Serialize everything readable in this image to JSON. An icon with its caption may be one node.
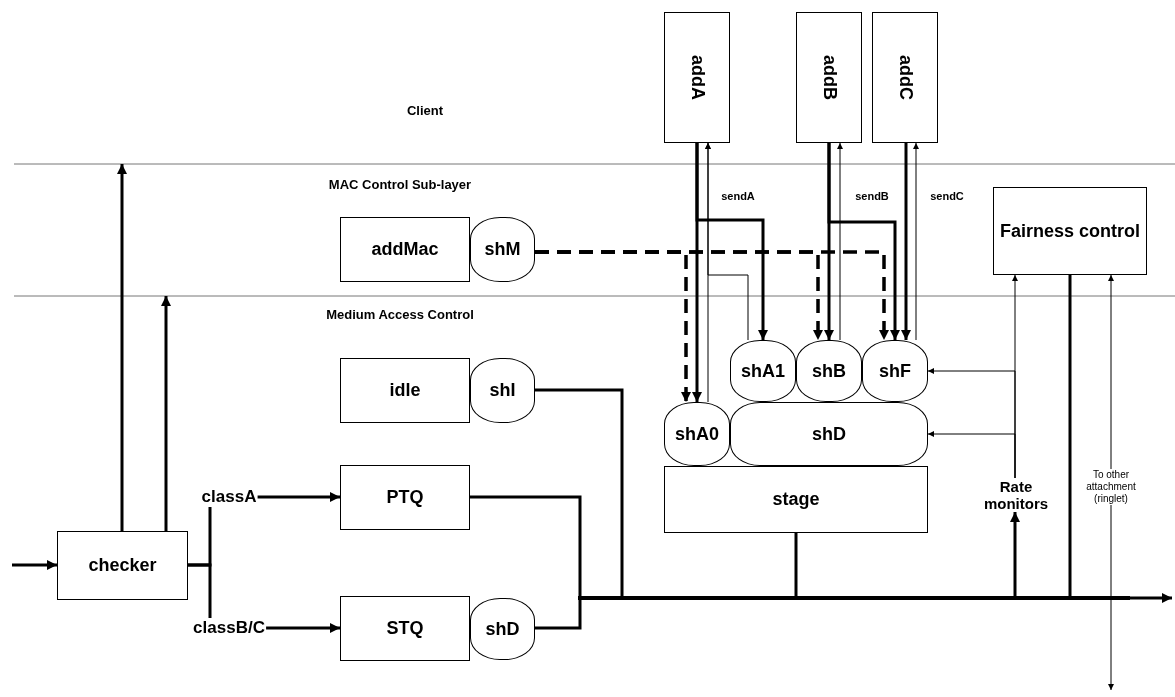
{
  "diagram": {
    "nodes": [
      {
        "text": [
          "addA"
        ]
      },
      {
        "text": [
          "addB"
        ]
      },
      {
        "text": [
          "addC"
        ]
      },
      {
        "text": [
          "Fairness control"
        ]
      },
      {
        "text": [
          "addMac"
        ]
      },
      {
        "text": [
          "shM"
        ]
      },
      {
        "text": [
          "idle"
        ]
      },
      {
        "text": [
          "shI"
        ]
      },
      {
        "text": [
          "shA1"
        ]
      },
      {
        "text": [
          "shB"
        ]
      },
      {
        "text": [
          "shF"
        ]
      },
      {
        "text": [
          "shA0"
        ]
      },
      {
        "text": [
          "shD"
        ]
      },
      {
        "text": [
          "stage"
        ]
      },
      {
        "text": [
          "Rate monitors"
        ]
      },
      {
        "text": [
          "checker"
        ]
      },
      {
        "text": [
          "PTQ"
        ]
      },
      {
        "text": [
          "STQ"
        ]
      },
      {
        "text": [
          "shD"
        ]
      },
      {
        "text": [],
        "shape": "bar"
      }
    ],
    "edges": [
      {
        "from": 0,
        "to": 11,
        "arrow": "to"
      },
      {
        "from": 0,
        "to": 8,
        "arrow": "to"
      },
      {
        "from": 1,
        "to": 9,
        "arrow": "to"
      },
      {
        "from": 1,
        "to": 10,
        "arrow": "to"
      },
      {
        "from": 2,
        "to": 10,
        "arrow": "to"
      },
      {
        "from": 11,
        "to": 0,
        "arrow": "to",
        "label": "sendA"
      },
      {
        "from": 8,
        "to": 0,
        "arrow": "to"
      },
      {
        "from": 9,
        "to": 1,
        "arrow": "to",
        "label": "sendB"
      },
      {
        "from": 10,
        "to": 2,
        "arrow": "to",
        "label": "sendC"
      },
      {
        "from": 5,
        "to": 11,
        "arrow": "to",
        "style": "dashed"
      },
      {
        "from": 5,
        "to": 9,
        "arrow": "to",
        "style": "dashed"
      },
      {
        "from": 5,
        "to": 10,
        "arrow": "to",
        "style": "dashed"
      },
      {
        "from": 14,
        "to": 3,
        "arrow": "to"
      },
      {
        "from": 14,
        "to": 10,
        "arrow": "to"
      },
      {
        "from": 14,
        "to": 12,
        "arrow": "to"
      },
      {
        "from": 3,
        "to": null,
        "arrow": "both",
        "label": "To other attachment (ringlet)"
      },
      {
        "from": null,
        "to": 15,
        "arrow": "to"
      },
      {
        "from": 15,
        "to": null,
        "arrow": "to"
      },
      {
        "from": 15,
        "to": null,
        "arrow": "to"
      },
      {
        "from": 15,
        "to": 16,
        "arrow": "to",
        "label": "classA"
      },
      {
        "from": 15,
        "to": 17,
        "arrow": "to",
        "label": "classB/C"
      },
      {
        "from": 16,
        "to": 19,
        "arrow": "none"
      },
      {
        "from": 18,
        "to": 19,
        "arrow": "none"
      },
      {
        "from": 7,
        "to": 19,
        "arrow": "none"
      },
      {
        "from": 13,
        "to": 19,
        "arrow": "none"
      },
      {
        "from": 19,
        "to": 14,
        "arrow": "to"
      },
      {
        "from": 3,
        "to": 19,
        "arrow": "none"
      },
      {
        "from": 19,
        "to": null,
        "arrow": "to"
      }
    ],
    "labels": [
      "Client",
      "MAC Control Sub-layer",
      "Medium Access Control"
    ]
  }
}
